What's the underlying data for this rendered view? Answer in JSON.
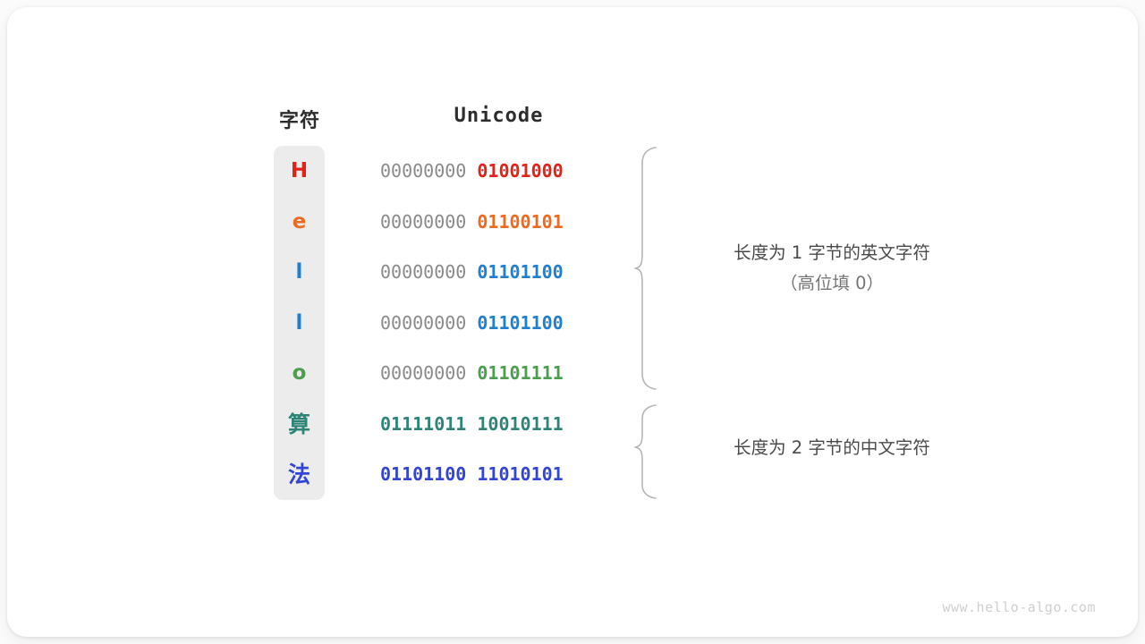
{
  "page": {
    "background": "#fbfbfb",
    "card_background": "#ffffff"
  },
  "headers": {
    "character": "字符",
    "unicode": "Unicode"
  },
  "palette": {
    "red": "#E2231A",
    "orange": "#EE6A1E",
    "blue": "#2080D0",
    "green": "#4B9E4E",
    "teal": "#2E8577",
    "indigo": "#3245D4",
    "gray": "#8a8a8a",
    "pill": "#ececec",
    "annotation": "#4a4a4a",
    "watermark": "#cfcfcf"
  },
  "rows": [
    {
      "char": "H",
      "color": "#E2231A",
      "high_byte": "00000000",
      "low_byte": "01001000",
      "cjk": false,
      "high_emph": false
    },
    {
      "char": "e",
      "color": "#EE6A1E",
      "high_byte": "00000000",
      "low_byte": "01100101",
      "cjk": false,
      "high_emph": false
    },
    {
      "char": "l",
      "color": "#2080D0",
      "high_byte": "00000000",
      "low_byte": "01101100",
      "cjk": false,
      "high_emph": false
    },
    {
      "char": "l",
      "color": "#2080D0",
      "high_byte": "00000000",
      "low_byte": "01101100",
      "cjk": false,
      "high_emph": false
    },
    {
      "char": "o",
      "color": "#4B9E4E",
      "high_byte": "00000000",
      "low_byte": "01101111",
      "cjk": false,
      "high_emph": false
    },
    {
      "char": "算",
      "color": "#2E8577",
      "high_byte": "01111011",
      "low_byte": "10010111",
      "cjk": true,
      "high_emph": true
    },
    {
      "char": "法",
      "color": "#3245D4",
      "high_byte": "01101100",
      "low_byte": "11010101",
      "cjk": true,
      "high_emph": true
    }
  ],
  "annotations": {
    "group_one_line1": "长度为 1 字节的英文字符",
    "group_one_line2": "（高位填 0）",
    "group_two_line1": "长度为 2 字节的中文字符"
  },
  "watermark": "www.hello-algo.com"
}
